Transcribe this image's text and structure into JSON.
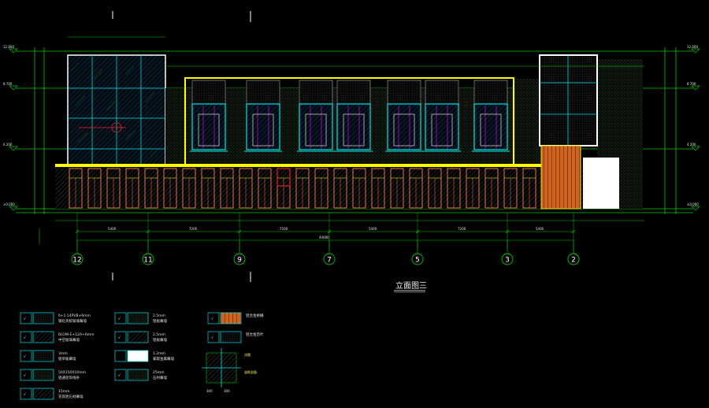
{
  "drawing": {
    "title": "立面图三",
    "grid_axes": [
      "12",
      "11",
      "9",
      "7",
      "5",
      "3",
      "2"
    ],
    "total_dimension": "44000",
    "span_dimensions": [
      "5400",
      "7200",
      "7200",
      "5400",
      "7200",
      "5400"
    ],
    "levels_left": [
      "12.600",
      "8.700",
      "4.200",
      "±0.000"
    ],
    "levels_right": [
      "12.600",
      "8.700",
      "4.200",
      "±0.000"
    ],
    "colors": {
      "background": "#000000",
      "yellow": "#ffff00",
      "green": "#00c800",
      "cyan": "#00e5e5",
      "magenta": "#ff00ff",
      "orange": "#ff6a00",
      "red": "#ff2020",
      "white": "#ffffff"
    }
  },
  "legend": [
    {
      "mark": "√",
      "label": "6+1.14PVB+6mm 钢化夹胶玻璃幕墙"
    },
    {
      "mark": "√",
      "label": "6LOW-E+12A+6mm 中空玻璃幕墙"
    },
    {
      "mark": "√",
      "label": "3mm 铝单板幕墙"
    },
    {
      "mark": "√",
      "label": "50X150X10mm 铝通装饰线条"
    },
    {
      "mark": "√",
      "label": "15mm 花岗岩石材幕墙"
    },
    {
      "mark": "√",
      "label": "2.5mm 铝板幕墙"
    },
    {
      "mark": "√",
      "label": "2.5mm 铝板幕墙"
    },
    {
      "mark": "",
      "label": "1.2mm 氟碳金属幕墙"
    },
    {
      "mark": "√",
      "label": "25mm 石材幕墙"
    },
    {
      "mark": "√",
      "label": "铝合金格栅"
    },
    {
      "mark": "√",
      "label": "铝合金百叶"
    }
  ],
  "detail_labels": [
    "详图",
    "竖框剖面",
    "300",
    "300"
  ]
}
